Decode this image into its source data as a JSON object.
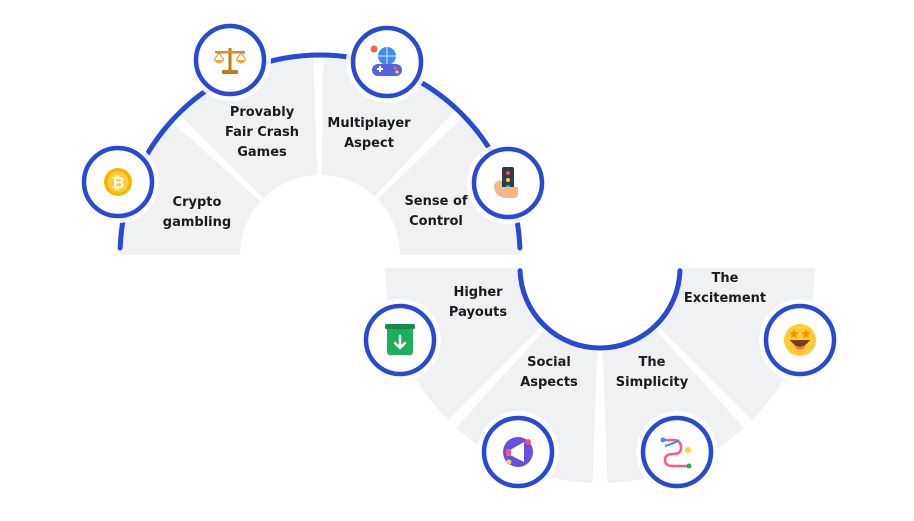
{
  "colors": {
    "accent": "#2649d6",
    "segment_fill": "#f0f1f3",
    "segment_gap": "#ffffff",
    "label": "#1b1b1f"
  },
  "segments": [
    {
      "id": "crypto-gambling",
      "label_lines": [
        "Crypto",
        "gambling"
      ],
      "icon": "bitcoin-coin-icon"
    },
    {
      "id": "provably-fair",
      "label_lines": [
        "Provably",
        "Fair Crash",
        "Games"
      ],
      "icon": "balance-scale-icon"
    },
    {
      "id": "multiplayer",
      "label_lines": [
        "Multiplayer",
        "Aspect"
      ],
      "icon": "gamepad-globe-icon"
    },
    {
      "id": "sense-of-control",
      "label_lines": [
        "Sense of",
        "Control"
      ],
      "icon": "hand-remote-icon"
    },
    {
      "id": "higher-payouts",
      "label_lines": [
        "Higher",
        "Payouts"
      ],
      "icon": "download-box-icon"
    },
    {
      "id": "social-aspects",
      "label_lines": [
        "Social",
        "Aspects"
      ],
      "icon": "megaphone-icon"
    },
    {
      "id": "simplicity",
      "label_lines": [
        "The",
        "Simplicity"
      ],
      "icon": "winding-path-icon"
    },
    {
      "id": "excitement",
      "label_lines": [
        "The",
        "Excitement"
      ],
      "icon": "star-eyes-emoji-icon"
    }
  ]
}
